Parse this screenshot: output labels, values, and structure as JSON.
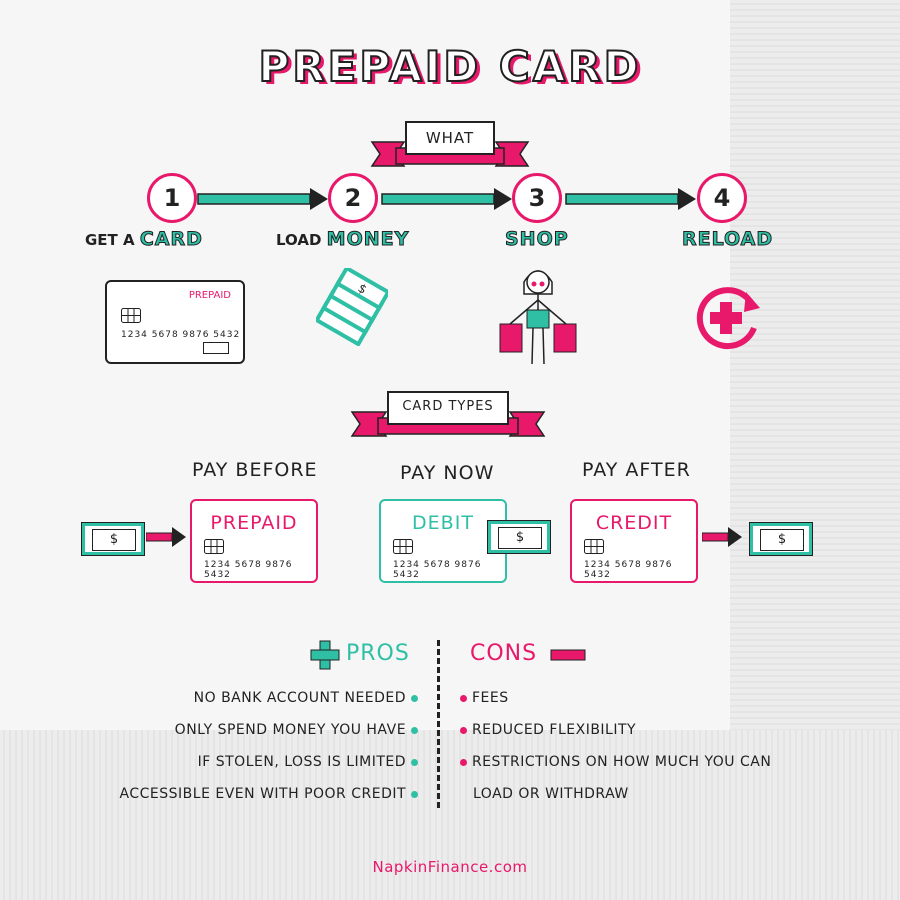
{
  "title": "PREPAID CARD",
  "what_banner": "WHAT",
  "steps": [
    {
      "num": "1",
      "prefix": "GET A ",
      "emph": "CARD"
    },
    {
      "num": "2",
      "prefix": "LOAD ",
      "emph": "MONEY"
    },
    {
      "num": "3",
      "prefix": "",
      "emph": "SHOP"
    },
    {
      "num": "4",
      "prefix": "",
      "emph": "RELOAD"
    }
  ],
  "step_card": {
    "label": "PREPAID",
    "number": "1234  5678  9876  5432"
  },
  "types_banner": "CARD TYPES",
  "card_types": [
    {
      "heading": "PAY BEFORE",
      "name": "PREPAID",
      "number": "1234  5678  9876  5432",
      "color": "#e8186b"
    },
    {
      "heading": "PAY NOW",
      "name": "DEBIT",
      "number": "1234  5678  9876  5432",
      "color": "#2fbfa5"
    },
    {
      "heading": "PAY AFTER",
      "name": "CREDIT",
      "number": "1234  5678  9876  5432",
      "color": "#e8186b"
    }
  ],
  "bill_symbol": "$",
  "pros": {
    "heading": "PROS",
    "items": [
      "NO BANK ACCOUNT NEEDED",
      "ONLY SPEND MONEY YOU HAVE",
      "IF STOLEN, LOSS IS LIMITED",
      "ACCESSIBLE EVEN WITH POOR CREDIT"
    ]
  },
  "cons": {
    "heading": "CONS",
    "items": [
      "FEES",
      "REDUCED FLEXIBILITY",
      "RESTRICTIONS ON HOW MUCH YOU CAN",
      "LOAD OR WITHDRAW"
    ]
  },
  "footer": "NapkinFinance.com",
  "colors": {
    "pink": "#e8186b",
    "teal": "#2fbfa5",
    "ink": "#222222"
  }
}
